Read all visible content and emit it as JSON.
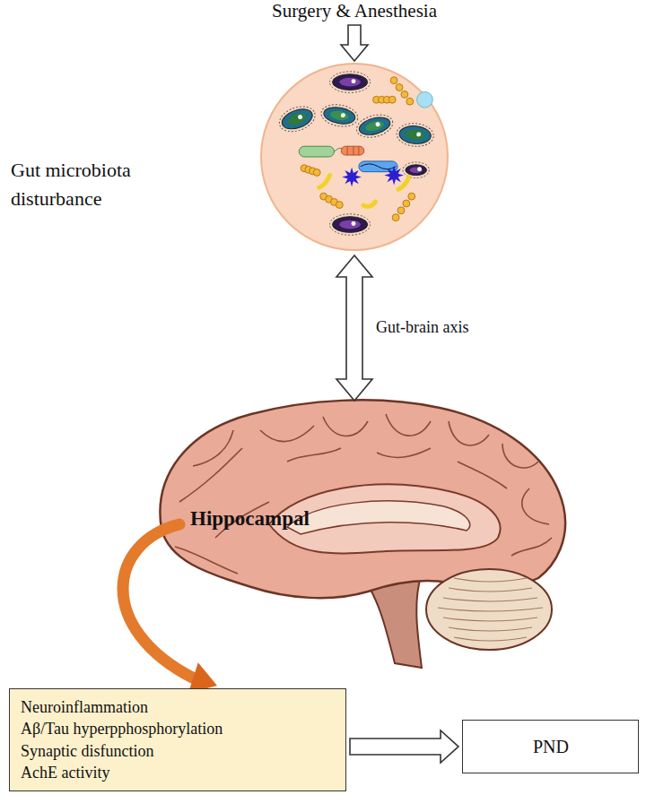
{
  "diagram": {
    "nodes": [
      {
        "text": [
          "Surgery & Anesthesia"
        ]
      },
      {
        "text": [
          "Gut microbiota disturbance"
        ]
      },
      {
        "text": [
          "Hippocampal"
        ]
      },
      {
        "text": [
          "Neuroinflammation",
          "Aβ/Tau hyperpphosphorylation",
          "Synaptic disfunction",
          "AchE activity"
        ]
      },
      {
        "text": [
          "PND"
        ]
      }
    ],
    "edges": [
      {
        "from": 0,
        "to": 1,
        "arrow": "to"
      },
      {
        "from": 1,
        "to": 2,
        "arrow": "both",
        "label": "Gut-brain axis"
      },
      {
        "from": 2,
        "to": 3,
        "arrow": "to"
      },
      {
        "from": 3,
        "to": 4,
        "arrow": "to"
      }
    ]
  }
}
